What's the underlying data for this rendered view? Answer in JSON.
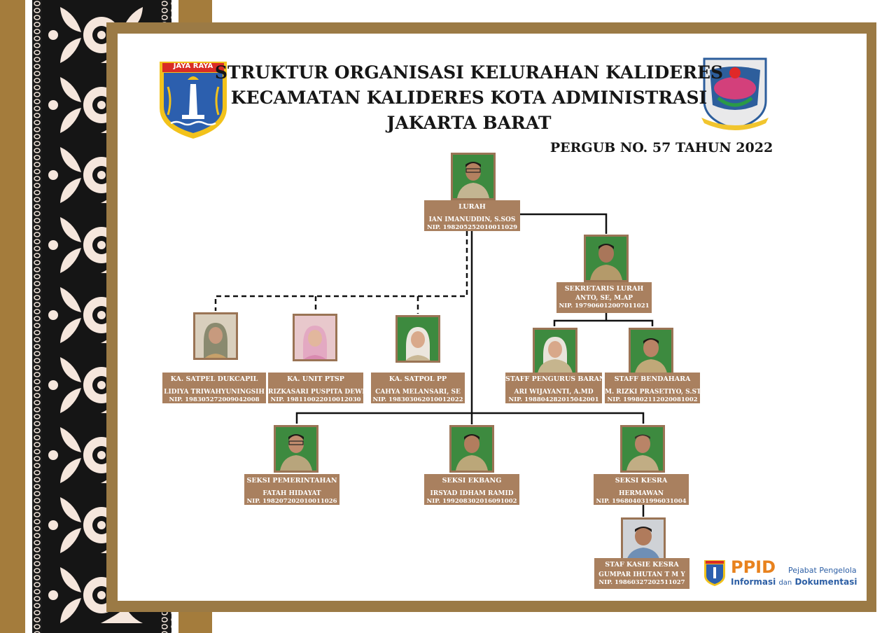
{
  "header": {
    "title_line1": "STRUKTUR ORGANISASI KELURAHAN KALIDERES",
    "title_line2": "KECAMATAN KALIDERES KOTA ADMINISTRASI",
    "title_line3": "JAKARTA BARAT",
    "regulation": "PERGUB NO. 57 TAHUN 2022",
    "logo_left_text": "JAYA RAYA",
    "logo_left_icon": "jakarta-coat-of-arms-icon",
    "logo_right_icon": "jakarta-barat-emblem-icon"
  },
  "colors": {
    "frame": "#9b7a45",
    "box": "#a9805f",
    "photo_border": "#9a7455",
    "photo_bg": "#3d8a3f",
    "ppid_orange": "#e8821e",
    "ppid_blue": "#2d5fa5"
  },
  "people": {
    "lurah": {
      "role": "LURAH",
      "name": "IAN IMANUDDIN, S.SOS",
      "nip": "NIP. 198205252010011029"
    },
    "sekretaris": {
      "role": "SEKRETARIS LURAH",
      "name": "ANTO, SE, M.AP",
      "nip": "NIP. 197906012007011021"
    },
    "satpel": {
      "role": "KA. SATPEL DUKCAPIL",
      "name": "LIDIYA TRIWAHYUNINGSIH",
      "nip": "NIP. 198305272009042008"
    },
    "ptsp": {
      "role": "KA. UNIT PTSP",
      "name": "RIZKASARI PUSPITA DEWI",
      "nip": "NIP. 198110022010012030"
    },
    "satpol": {
      "role": "KA. SATPOL PP",
      "name": "CAHYA MELANSARI, SE",
      "nip": "NIP. 198303062010012022"
    },
    "pengurus": {
      "role": "STAFF PENGURUS BARANG",
      "name": "ARI WIJAYANTI, A.MD",
      "nip": "NIP. 198804282015042001"
    },
    "bendahara": {
      "role": "STAFF BENDAHARA",
      "name": "M. RIZKI PRASETIYO, S.STP",
      "nip": "NIP. 199802112020081002"
    },
    "pemerintahan": {
      "role": "SEKSI PEMERINTAHAN",
      "name": "FATAH HIDAYAT",
      "nip": "NIP. 198207202010011026"
    },
    "ekbang": {
      "role": "SEKSI EKBANG",
      "name": "IRSYAD IDHAM RAMID",
      "nip": "NIP. 199208302016091002"
    },
    "kesra": {
      "role": "SEKSI KESRA",
      "name": "HERMAWAN",
      "nip": "NIP. 196804031996031004"
    },
    "staf_kesra": {
      "role": "STAF KASIE KESRA",
      "name": "GUMPAR IHUTAN T M Y",
      "nip": "NIP. 19860327202511027"
    }
  },
  "footer": {
    "ppid": "PPID",
    "ppid_sub1": "Pejabat Pengelola",
    "ppid_sub2": "Informasi",
    "ppid_dan": "dan",
    "ppid_sub3": "Dokumentasi",
    "ppid_icon": "jakarta-mini-emblem-icon"
  }
}
